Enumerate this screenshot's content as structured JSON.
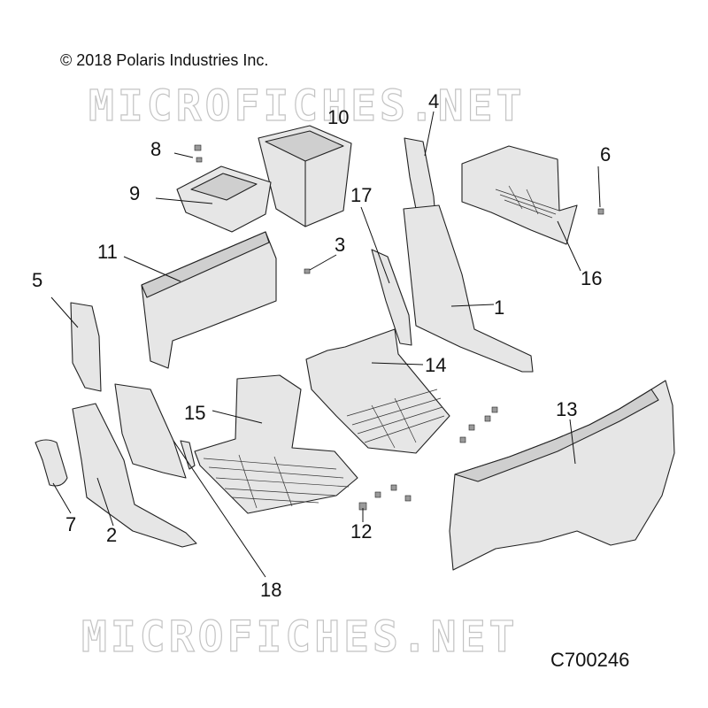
{
  "copyright": "© 2018 Polaris Industries Inc.",
  "watermark": "MICROFICHES.NET",
  "diagram_id": "C700246",
  "callouts": [
    {
      "label": "1"
    },
    {
      "label": "2"
    },
    {
      "label": "3"
    },
    {
      "label": "4"
    },
    {
      "label": "5"
    },
    {
      "label": "6"
    },
    {
      "label": "7"
    },
    {
      "label": "8"
    },
    {
      "label": "9"
    },
    {
      "label": "10"
    },
    {
      "label": "11"
    },
    {
      "label": "12"
    },
    {
      "label": "13"
    },
    {
      "label": "14"
    },
    {
      "label": "15"
    },
    {
      "label": "16"
    },
    {
      "label": "17"
    },
    {
      "label": "18"
    }
  ]
}
